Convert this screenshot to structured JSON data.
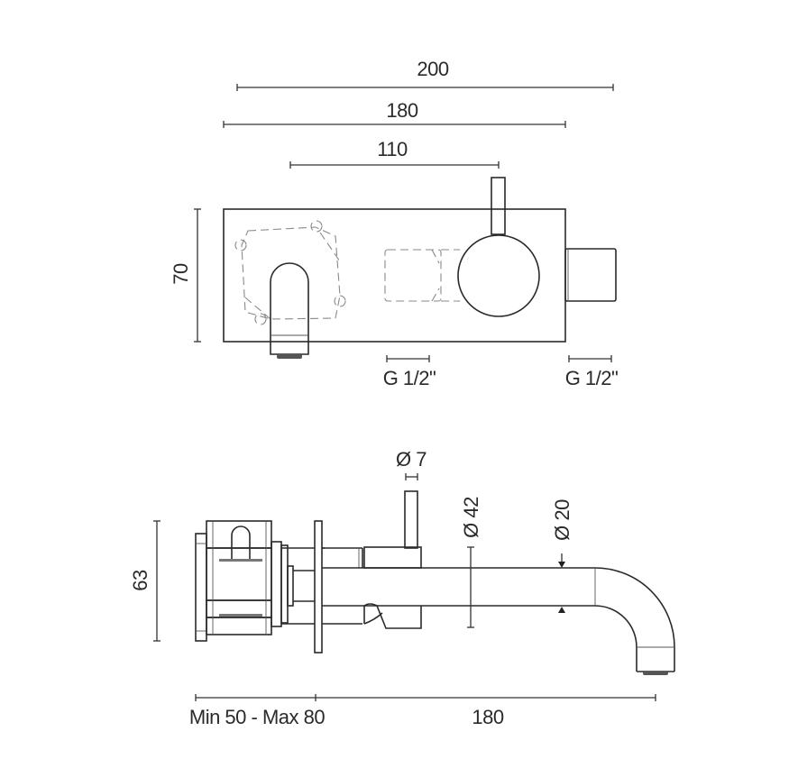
{
  "front_view": {
    "dimensions": {
      "overall_width": "200",
      "body_width": "180",
      "spout_to_handle": "110",
      "height": "70",
      "inlet_left": "G 1/2\"",
      "inlet_right": "G 1/2\""
    }
  },
  "side_view": {
    "dimensions": {
      "lever_diameter": "Ø 7",
      "body_diameter": "Ø 42",
      "spout_diameter": "Ø 20",
      "height": "63",
      "wall_depth": "Min 50 - Max 80",
      "spout_projection": "180"
    }
  },
  "colors": {
    "line": "#2a2a2a",
    "hidden_line": "#8a8a8a",
    "background": "#ffffff"
  }
}
